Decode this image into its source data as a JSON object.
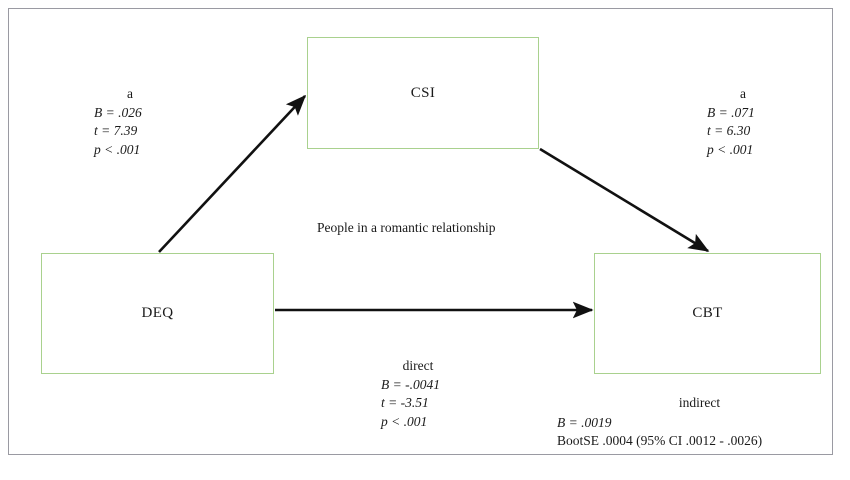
{
  "diagram": {
    "caption": "People in a romantic relationship",
    "nodes": [
      {
        "id": "csi",
        "label": "CSI"
      },
      {
        "id": "deq",
        "label": "DEQ"
      },
      {
        "id": "cbt",
        "label": "CBT"
      }
    ],
    "paths": {
      "a_left": {
        "head": "a",
        "b": "B = .026",
        "t": "t = 7.39",
        "p": "p < .001"
      },
      "a_right": {
        "head": "a",
        "b": "B = .071",
        "t": "t = 6.30",
        "p": "p < .001"
      },
      "direct": {
        "head": "direct",
        "b": "B = -.0041",
        "t": "t = -3.51",
        "p": "p < .001"
      },
      "indirect": {
        "head": "indirect",
        "b": "B = .0019",
        "bootse": "BootSE .0004 (95% CI .0012 - .0026)"
      }
    },
    "colors": {
      "box_border": "#a9d18e",
      "arrow": "#111111",
      "frame_border": "#9a9aa2",
      "text": "#1a1a1a",
      "background": "#ffffff"
    }
  }
}
